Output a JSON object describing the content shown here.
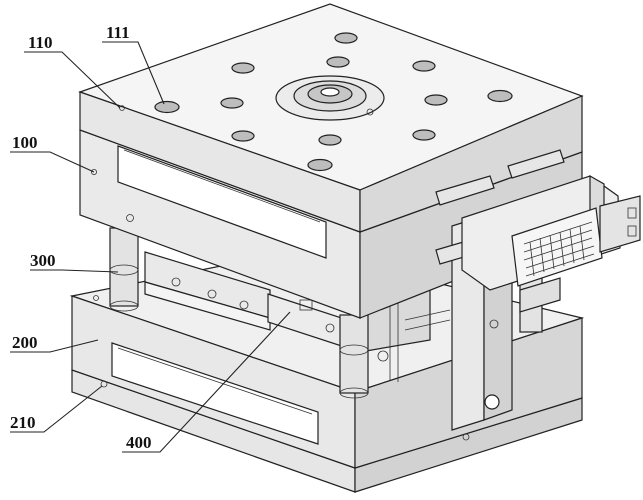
{
  "labels": {
    "l110": "110",
    "l111": "111",
    "l100": "100",
    "l300": "300",
    "l200": "200",
    "l210": "210",
    "l400": "400"
  },
  "colors": {
    "line": "#222222",
    "face_light": "#f2f2f2",
    "face_mid": "#e4e4e4",
    "face_dark": "#cfcfcf"
  }
}
